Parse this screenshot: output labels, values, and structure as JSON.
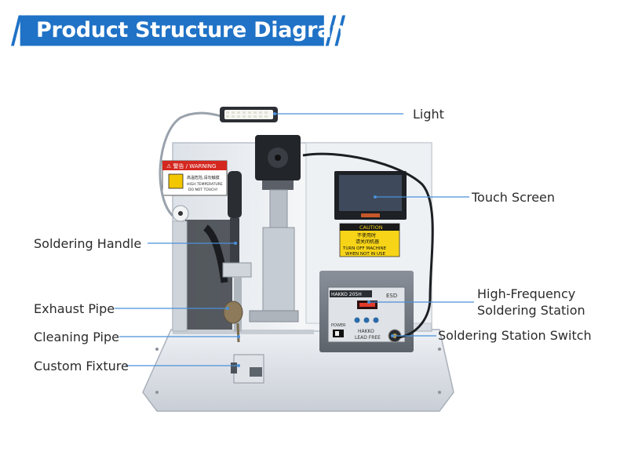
{
  "header": {
    "title": "Product Structure Diagram",
    "accent_color": "#1f72c6"
  },
  "machine": {
    "warning_label": "⚠ 警告 / WARNING",
    "warning_cn": "高温危险,请勿触摸",
    "warning_en1": "HIGH TEMPERATURE",
    "warning_en2": "DO NOT TOUCH!",
    "caution_title": "CAUTION",
    "caution_cn1": "不使用时",
    "caution_cn2": "请关闭机器",
    "caution_en1": "TURN OFF MACHINE",
    "caution_en2": "WHEN NOT IN USE",
    "station_model": "HAKKO 205H",
    "station_esd": "ESD",
    "station_power": "POWER",
    "station_brand": "HAKKO",
    "station_leadfree": "LEAD FREE"
  },
  "callouts": {
    "light": "Light",
    "touch_screen": "Touch Screen",
    "soldering_handle": "Soldering Handle",
    "hf_station_line1": "High-Frequency",
    "hf_station_line2": "Soldering Station",
    "exhaust_pipe": "Exhaust Pipe",
    "cleaning_pipe": "Cleaning Pipe",
    "station_switch": "Soldering Station Switch",
    "custom_fixture": "Custom Fixture"
  },
  "leader_color": "#4a90d9",
  "icons": [
    "led-lamp-icon",
    "stepper-motor-icon",
    "soldering-iron-icon",
    "power-switch-icon"
  ]
}
